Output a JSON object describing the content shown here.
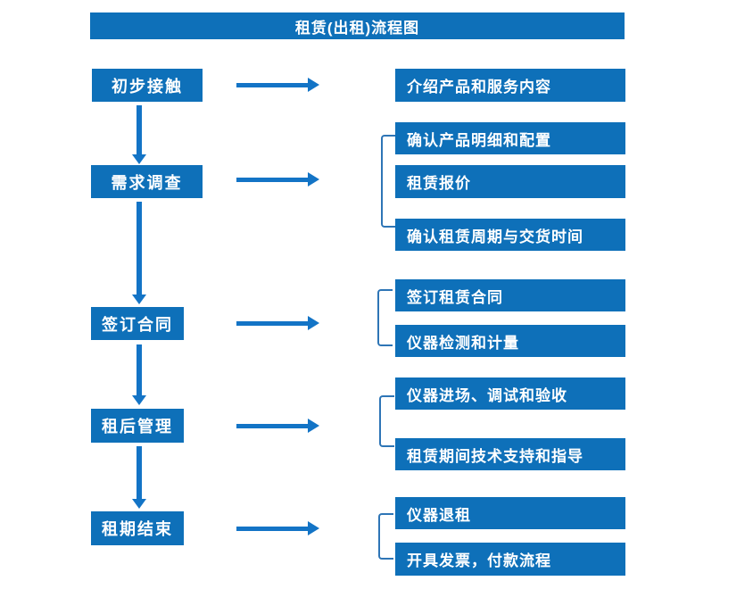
{
  "title": "租赁(出租)流程图",
  "colors": {
    "box_blue": "#0E70B9",
    "arrow_blue": "#1374C6",
    "bracket_blue": "#2E75B6",
    "text_white": "#FFFFFF"
  },
  "stages": [
    {
      "label": "初步接触",
      "details": [
        "介绍产品和服务内容"
      ]
    },
    {
      "label": "需求调查",
      "details": [
        "确认产品明细和配置",
        "租赁报价",
        "确认租赁周期与交货时间"
      ]
    },
    {
      "label": "签订合同",
      "details": [
        "签订租赁合同",
        "仪器检测和计量"
      ]
    },
    {
      "label": "租后管理",
      "details": [
        "仪器进场、调试和验收",
        "租赁期间技术支持和指导"
      ]
    },
    {
      "label": "租期结束",
      "details": [
        "仪器退租",
        "开具发票，付款流程"
      ]
    }
  ]
}
